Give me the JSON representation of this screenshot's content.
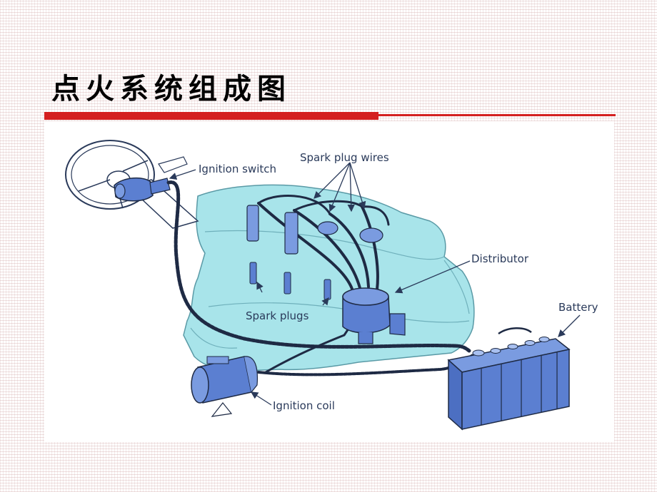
{
  "slide": {
    "title": "点火系统组成图"
  },
  "diagram": {
    "labels": {
      "ignition_switch": "Ignition switch",
      "spark_plug_wires": "Spark plug wires",
      "distributor": "Distributor",
      "battery": "Battery",
      "spark_plugs": "Spark plugs",
      "ignition_coil": "Ignition coil"
    }
  },
  "colors": {
    "title_rule": "#d42020",
    "engine_fill": "#a8e4ea",
    "component_blue": "#5b7fd1",
    "wire": "#1e2a44"
  }
}
